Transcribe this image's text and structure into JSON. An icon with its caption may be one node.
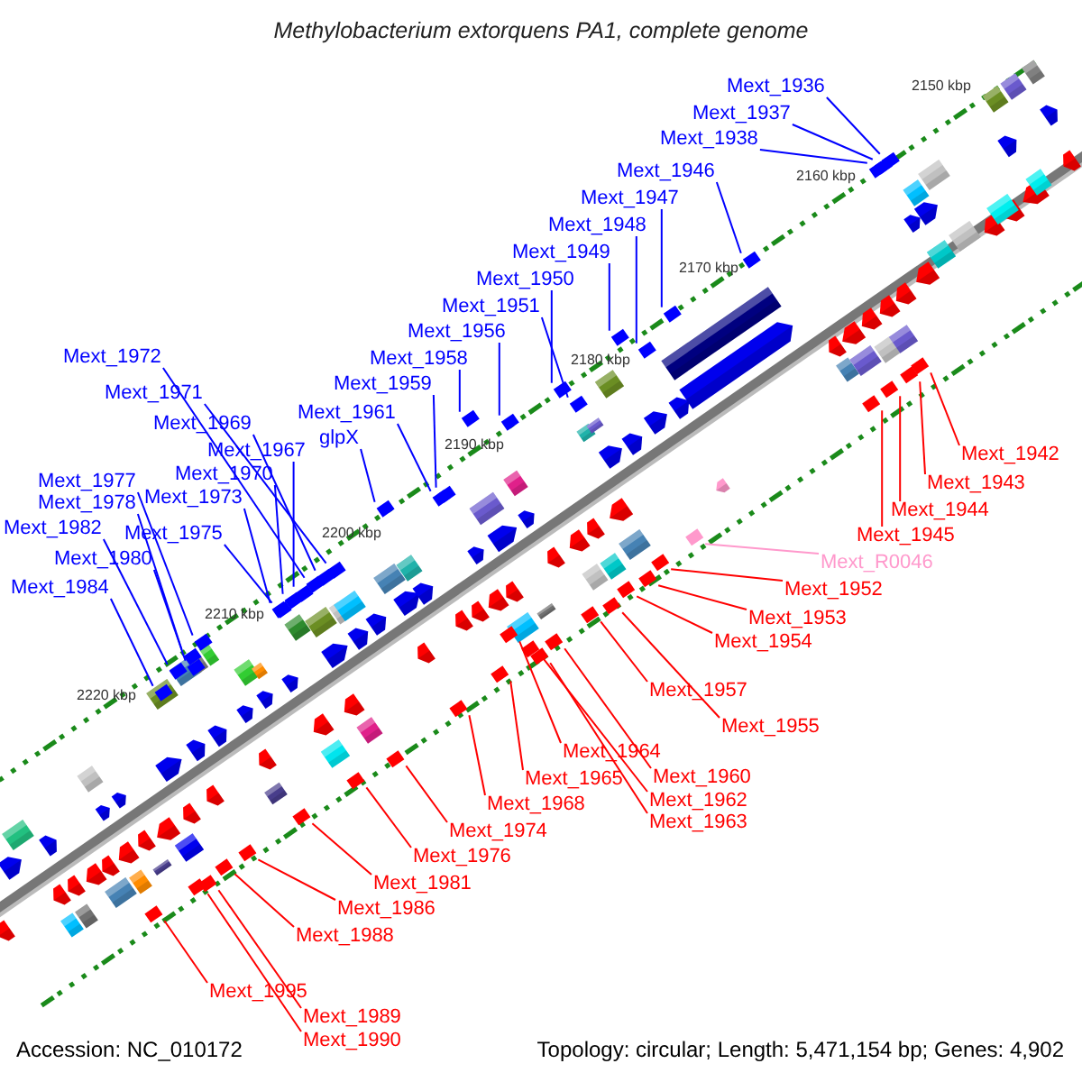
{
  "diagram": {
    "title": "Methylobacterium extorquens PA1, complete genome",
    "nodes": [
      {
        "text": [
          "Mext_1936"
        ]
      },
      {
        "text": [
          "Mext_1937"
        ]
      },
      {
        "text": [
          "Mext_1938"
        ]
      },
      {
        "text": [
          "Mext_1946"
        ]
      },
      {
        "text": [
          "Mext_1947"
        ]
      },
      {
        "text": [
          "Mext_1948"
        ]
      },
      {
        "text": [
          "Mext_1949"
        ]
      },
      {
        "text": [
          "Mext_1950"
        ]
      },
      {
        "text": [
          "Mext_1951"
        ]
      },
      {
        "text": [
          "Mext_1956"
        ]
      },
      {
        "text": [
          "Mext_1958"
        ]
      },
      {
        "text": [
          "Mext_1959"
        ]
      },
      {
        "text": [
          "Mext_1961"
        ]
      },
      {
        "text": [
          "glpX"
        ]
      },
      {
        "text": [
          "Mext_1972"
        ]
      },
      {
        "text": [
          "Mext_1971"
        ]
      },
      {
        "text": [
          "Mext_1969"
        ]
      },
      {
        "text": [
          "Mext_1967"
        ]
      },
      {
        "text": [
          "Mext_1970"
        ]
      },
      {
        "text": [
          "Mext_1973"
        ]
      },
      {
        "text": [
          "Mext_1977"
        ]
      },
      {
        "text": [
          "Mext_1978"
        ]
      },
      {
        "text": [
          "Mext_1982"
        ]
      },
      {
        "text": [
          "Mext_1975"
        ]
      },
      {
        "text": [
          "Mext_1980"
        ]
      },
      {
        "text": [
          "Mext_1984"
        ]
      },
      {
        "text": [
          "Mext_1942"
        ]
      },
      {
        "text": [
          "Mext_1943"
        ]
      },
      {
        "text": [
          "Mext_1944"
        ]
      },
      {
        "text": [
          "Mext_1945"
        ]
      },
      {
        "text": [
          "Mext_R0046"
        ]
      },
      {
        "text": [
          "Mext_1952"
        ]
      },
      {
        "text": [
          "Mext_1953"
        ]
      },
      {
        "text": [
          "Mext_1954"
        ]
      },
      {
        "text": [
          "Mext_1957"
        ]
      },
      {
        "text": [
          "Mext_1955"
        ]
      },
      {
        "text": [
          "Mext_1964"
        ]
      },
      {
        "text": [
          "Mext_1960"
        ]
      },
      {
        "text": [
          "Mext_1965"
        ]
      },
      {
        "text": [
          "Mext_1962"
        ]
      },
      {
        "text": [
          "Mext_1963"
        ]
      },
      {
        "text": [
          "Mext_1968"
        ]
      },
      {
        "text": [
          "Mext_1974"
        ]
      },
      {
        "text": [
          "Mext_1976"
        ]
      },
      {
        "text": [
          "Mext_1981"
        ]
      },
      {
        "text": [
          "Mext_1986"
        ]
      },
      {
        "text": [
          "Mext_1988"
        ]
      },
      {
        "text": [
          "Mext_1995"
        ]
      },
      {
        "text": [
          "Mext_1989"
        ]
      },
      {
        "text": [
          "Mext_1990"
        ]
      },
      {
        "text": [],
        "shape": "box"
      },
      {
        "text": [],
        "shape": "box"
      },
      {
        "text": [],
        "shape": "box"
      },
      {
        "text": [],
        "shape": "box"
      },
      {
        "text": [],
        "shape": "box"
      },
      {
        "text": [],
        "shape": "box"
      },
      {
        "text": [],
        "shape": "box"
      },
      {
        "text": [],
        "shape": "box"
      },
      {
        "text": [],
        "shape": "box"
      },
      {
        "text": [],
        "shape": "box"
      },
      {
        "text": [],
        "shape": "box"
      },
      {
        "text": [],
        "shape": "box"
      },
      {
        "text": [],
        "shape": "box"
      },
      {
        "text": [],
        "shape": "box"
      },
      {
        "text": [],
        "shape": "box"
      },
      {
        "text": [],
        "shape": "box"
      },
      {
        "text": [],
        "shape": "box"
      },
      {
        "text": [],
        "shape": "box"
      },
      {
        "text": [],
        "shape": "box"
      },
      {
        "text": [],
        "shape": "box"
      },
      {
        "text": [],
        "shape": "box"
      },
      {
        "text": [],
        "shape": "box"
      },
      {
        "text": [],
        "shape": "box"
      },
      {
        "text": [],
        "shape": "box"
      },
      {
        "text": [],
        "shape": "box"
      },
      {
        "text": [],
        "shape": "box"
      },
      {
        "text": [],
        "shape": "box"
      },
      {
        "text": [],
        "shape": "box"
      },
      {
        "text": [],
        "shape": "box"
      },
      {
        "text": [],
        "shape": "box"
      },
      {
        "text": [],
        "shape": "box"
      },
      {
        "text": [],
        "shape": "box"
      },
      {
        "text": [],
        "shape": "box"
      },
      {
        "text": [],
        "shape": "box"
      },
      {
        "text": [],
        "shape": "box"
      },
      {
        "text": [],
        "shape": "box"
      },
      {
        "text": [],
        "shape": "box"
      },
      {
        "text": [],
        "shape": "box"
      },
      {
        "text": [],
        "shape": "box"
      },
      {
        "text": [],
        "shape": "box"
      },
      {
        "text": [],
        "shape": "box"
      },
      {
        "text": [],
        "shape": "box"
      },
      {
        "text": [],
        "shape": "box"
      },
      {
        "text": [],
        "shape": "box"
      },
      {
        "text": [],
        "shape": "box"
      },
      {
        "text": [],
        "shape": "box"
      },
      {
        "text": [],
        "shape": "box"
      },
      {
        "text": [],
        "shape": "box"
      },
      {
        "text": [],
        "shape": "box"
      },
      {
        "text": [],
        "shape": "box"
      }
    ],
    "edges": [
      {
        "from": 0,
        "to": 50,
        "arrow": "none"
      },
      {
        "from": 1,
        "to": 51,
        "arrow": "none"
      },
      {
        "from": 2,
        "to": 52,
        "arrow": "none"
      },
      {
        "from": 3,
        "to": 53,
        "arrow": "none"
      },
      {
        "from": 4,
        "to": 54,
        "arrow": "none"
      },
      {
        "from": 5,
        "to": 55,
        "arrow": "none"
      },
      {
        "from": 6,
        "to": 56,
        "arrow": "none"
      },
      {
        "from": 7,
        "to": 57,
        "arrow": "none"
      },
      {
        "from": 8,
        "to": 58,
        "arrow": "none"
      },
      {
        "from": 9,
        "to": 59,
        "arrow": "none"
      },
      {
        "from": 10,
        "to": 60,
        "arrow": "none"
      },
      {
        "from": 11,
        "to": 61,
        "arrow": "none"
      },
      {
        "from": 12,
        "to": 62,
        "arrow": "none"
      },
      {
        "from": 13,
        "to": 63,
        "arrow": "none"
      },
      {
        "from": 14,
        "to": 64,
        "arrow": "none"
      },
      {
        "from": 15,
        "to": 65,
        "arrow": "none"
      },
      {
        "from": 16,
        "to": 66,
        "arrow": "none"
      },
      {
        "from": 17,
        "to": 67,
        "arrow": "none"
      },
      {
        "from": 18,
        "to": 68,
        "arrow": "none"
      },
      {
        "from": 19,
        "to": 69,
        "arrow": "none"
      },
      {
        "from": 20,
        "to": 70,
        "arrow": "none"
      },
      {
        "from": 21,
        "to": 71,
        "arrow": "none"
      },
      {
        "from": 22,
        "to": 72,
        "arrow": "none"
      },
      {
        "from": 23,
        "to": 73,
        "arrow": "none"
      },
      {
        "from": 24,
        "to": 74,
        "arrow": "none"
      },
      {
        "from": 25,
        "to": 75,
        "arrow": "none"
      },
      {
        "from": 26,
        "to": 76,
        "arrow": "none",
        "color": "#ff0000"
      },
      {
        "from": 27,
        "to": 77,
        "arrow": "none",
        "color": "#ff0000"
      },
      {
        "from": 28,
        "to": 78,
        "arrow": "none",
        "color": "#ff0000"
      },
      {
        "from": 29,
        "to": 79,
        "arrow": "none",
        "color": "#ff0000"
      },
      {
        "from": 30,
        "to": 80,
        "arrow": "none",
        "color": "#ff99cc"
      },
      {
        "from": 31,
        "to": 81,
        "arrow": "none",
        "color": "#ff0000"
      },
      {
        "from": 32,
        "to": 82,
        "arrow": "none",
        "color": "#ff0000"
      },
      {
        "from": 33,
        "to": 83,
        "arrow": "none",
        "color": "#ff0000"
      },
      {
        "from": 34,
        "to": 84,
        "arrow": "none",
        "color": "#ff0000"
      },
      {
        "from": 35,
        "to": 85,
        "arrow": "none",
        "color": "#ff0000"
      },
      {
        "from": 36,
        "to": 86,
        "arrow": "none",
        "color": "#ff0000"
      },
      {
        "from": 37,
        "to": 87,
        "arrow": "none",
        "color": "#ff0000"
      },
      {
        "from": 38,
        "to": 88,
        "arrow": "none",
        "color": "#ff0000"
      },
      {
        "from": 39,
        "to": 89,
        "arrow": "none",
        "color": "#ff0000"
      },
      {
        "from": 40,
        "to": 90,
        "arrow": "none",
        "color": "#ff0000"
      },
      {
        "from": 41,
        "to": 91,
        "arrow": "none",
        "color": "#ff0000"
      },
      {
        "from": 42,
        "to": 92,
        "arrow": "none",
        "color": "#ff0000"
      },
      {
        "from": 43,
        "to": 93,
        "arrow": "none",
        "color": "#ff0000"
      },
      {
        "from": 44,
        "to": 94,
        "arrow": "none",
        "color": "#ff0000"
      },
      {
        "from": 45,
        "to": 95,
        "arrow": "none",
        "color": "#ff0000"
      },
      {
        "from": 46,
        "to": 96,
        "arrow": "none",
        "color": "#ff0000"
      },
      {
        "from": 47,
        "to": 97,
        "arrow": "none",
        "color": "#ff0000"
      },
      {
        "from": 48,
        "to": 98,
        "arrow": "none",
        "color": "#ff0000"
      },
      {
        "from": 49,
        "to": 99,
        "arrow": "none",
        "color": "#ff0000"
      }
    ],
    "labels": [
      "2150 kbp",
      "2160 kbp",
      "2170 kbp",
      "2180 kbp",
      "2190 kbp",
      "2200 kbp",
      "2210 kbp",
      "2220 kbp",
      "Accession: NC_010172",
      "Topology: circular; Length: 5,471,154 bp; Genes: 4,902"
    ]
  }
}
